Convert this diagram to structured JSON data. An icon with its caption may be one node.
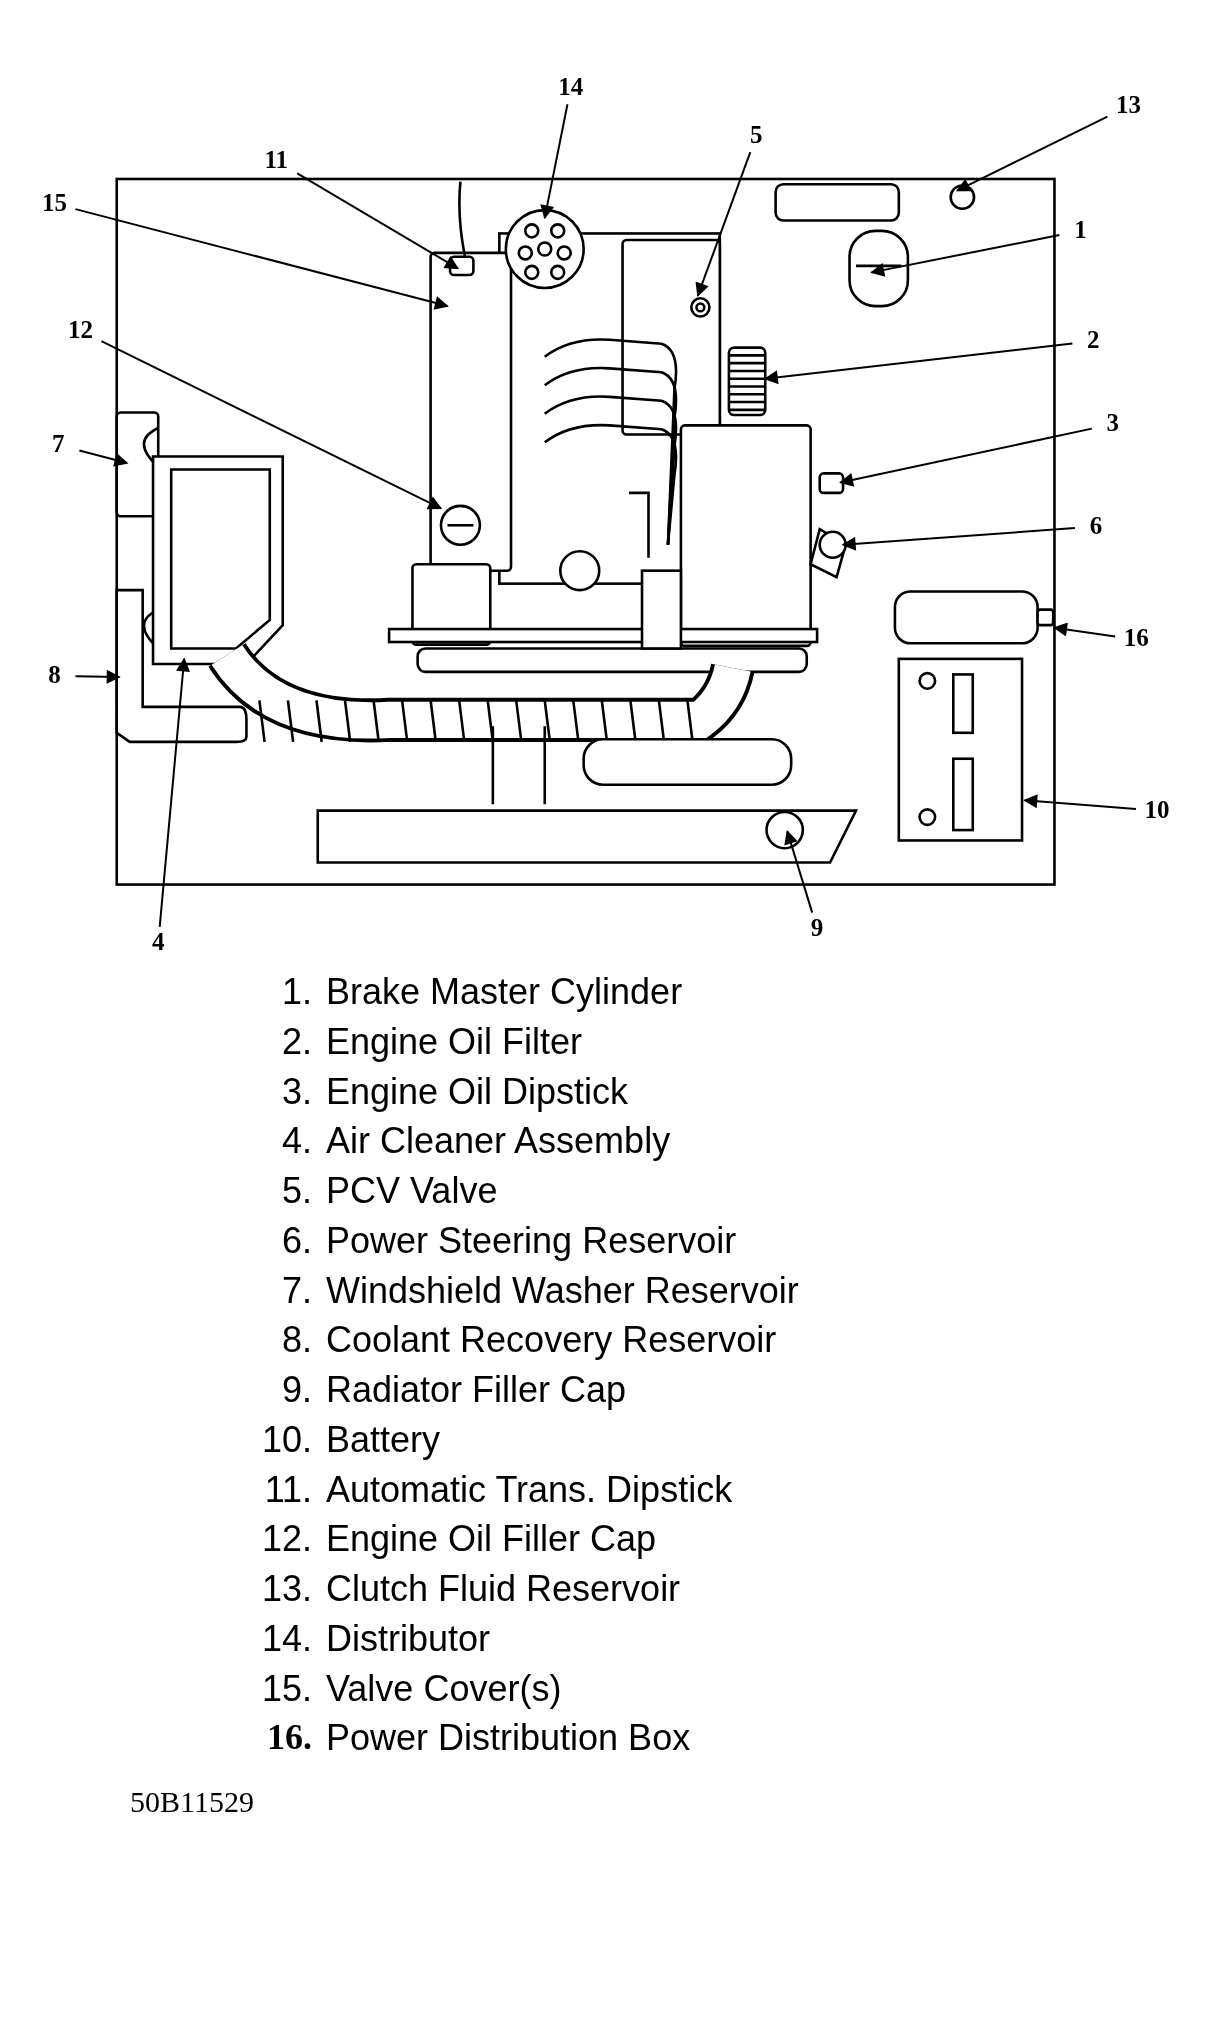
{
  "diagram": {
    "nodes": [
      {
        "text": [
          "1"
        ]
      },
      {
        "text": [
          "2"
        ]
      },
      {
        "text": [
          "3"
        ]
      },
      {
        "text": [
          "4"
        ]
      },
      {
        "text": [
          "5"
        ]
      },
      {
        "text": [
          "6"
        ]
      },
      {
        "text": [
          "7"
        ]
      },
      {
        "text": [
          "8"
        ]
      },
      {
        "text": [
          "9"
        ]
      },
      {
        "text": [
          "10"
        ]
      },
      {
        "text": [
          "11"
        ]
      },
      {
        "text": [
          "12"
        ]
      },
      {
        "text": [
          "13"
        ]
      },
      {
        "text": [
          "14"
        ]
      },
      {
        "text": [
          "15"
        ]
      },
      {
        "text": [
          "16"
        ]
      }
    ],
    "edges": [
      {
        "from": 0,
        "to": null,
        "arrow": "to"
      },
      {
        "from": 1,
        "to": null,
        "arrow": "to"
      },
      {
        "from": 2,
        "to": null,
        "arrow": "to"
      },
      {
        "from": 3,
        "to": null,
        "arrow": "to"
      },
      {
        "from": 4,
        "to": null,
        "arrow": "to"
      },
      {
        "from": 5,
        "to": null,
        "arrow": "to"
      },
      {
        "from": 6,
        "to": null,
        "arrow": "to"
      },
      {
        "from": 7,
        "to": null,
        "arrow": "to"
      },
      {
        "from": 8,
        "to": null,
        "arrow": "to"
      },
      {
        "from": 9,
        "to": null,
        "arrow": "to"
      },
      {
        "from": 10,
        "to": null,
        "arrow": "to"
      },
      {
        "from": 11,
        "to": null,
        "arrow": "to"
      },
      {
        "from": 12,
        "to": null,
        "arrow": "to"
      },
      {
        "from": 13,
        "to": null,
        "arrow": "to"
      },
      {
        "from": 14,
        "to": null,
        "arrow": "to"
      },
      {
        "from": 15,
        "to": null,
        "arrow": "to"
      }
    ],
    "labels": [
      "1.",
      "Brake Master Cylinder",
      "2.",
      "Engine Oil Filter",
      "3.",
      "Engine Oil Dipstick",
      "4.",
      "Air Cleaner Assembly",
      "5.",
      "PCV Valve",
      "6.",
      "Power Steering Reservoir",
      "7.",
      "Windshield Washer Reservoir",
      "8.",
      "Coolant Recovery Reservoir",
      "9.",
      "Radiator Filler Cap",
      "10.",
      "Battery",
      "11.",
      "Automatic Trans. Dipstick",
      "12.",
      "Engine Oil Filler Cap",
      "13.",
      "Clutch Fluid Reservoir",
      "14.",
      "Distributor",
      "15.",
      "Valve Cover(s)",
      "16.",
      "Power Distribution Box",
      "50B11529"
    ]
  }
}
